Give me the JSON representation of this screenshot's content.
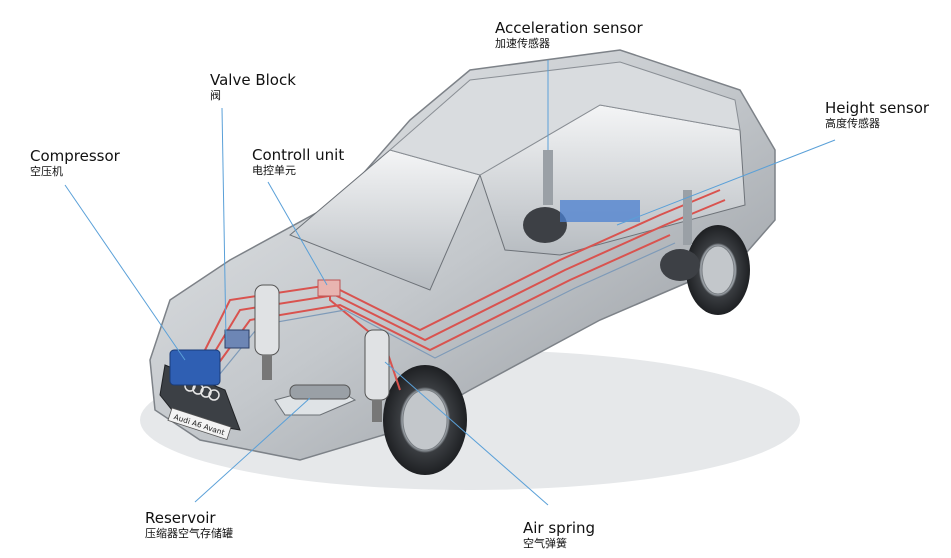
{
  "labels": {
    "acceleration_sensor": {
      "en": "Acceleration sensor",
      "zh": "加速传感器"
    },
    "valve_block": {
      "en": "Valve  Block",
      "zh": "阀"
    },
    "height_sensor": {
      "en": "Height  sensor",
      "zh": "高度传感器"
    },
    "compressor": {
      "en": "Compressor",
      "zh": "空压机"
    },
    "control_unit": {
      "en": "Controll unit",
      "zh": "电控单元"
    },
    "reservoir": {
      "en": "Reservoir",
      "zh": "压缩器空气存储罐"
    },
    "air_spring": {
      "en": "Air spring",
      "zh": "空气弹簧"
    }
  },
  "car": {
    "plate_text": "Audi A6 Avant"
  },
  "colors": {
    "leader_line": "#5aa0d8",
    "air_line": "#d9534f",
    "component_blue": "#2f5fb3",
    "car_body": "#c9ccd0"
  }
}
